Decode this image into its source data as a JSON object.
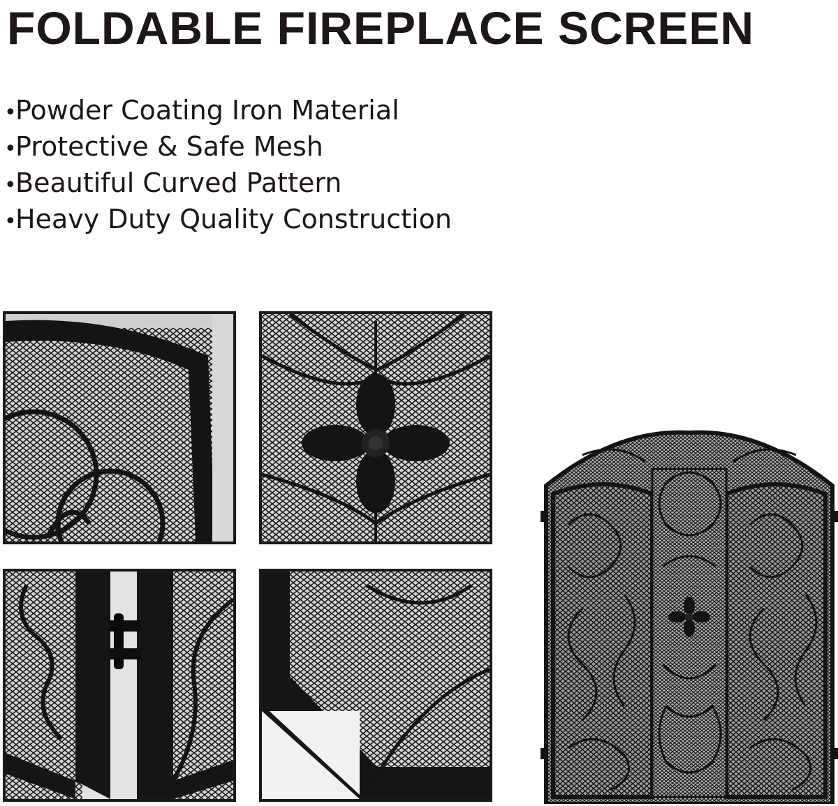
{
  "header": {
    "title": "FOLDABLE FIREPLACE SCREEN"
  },
  "features": [
    "Powder Coating Iron Material",
    "Protective & Safe Mesh",
    "Beautiful Curved Pattern",
    "Heavy Duty Quality Construction"
  ],
  "bullet": "•",
  "colors": {
    "text": "#1d1616",
    "iron": "#141414",
    "mesh_bg_light": "#d9d9d9",
    "mesh_bg_dark": "#8c8c8c"
  }
}
